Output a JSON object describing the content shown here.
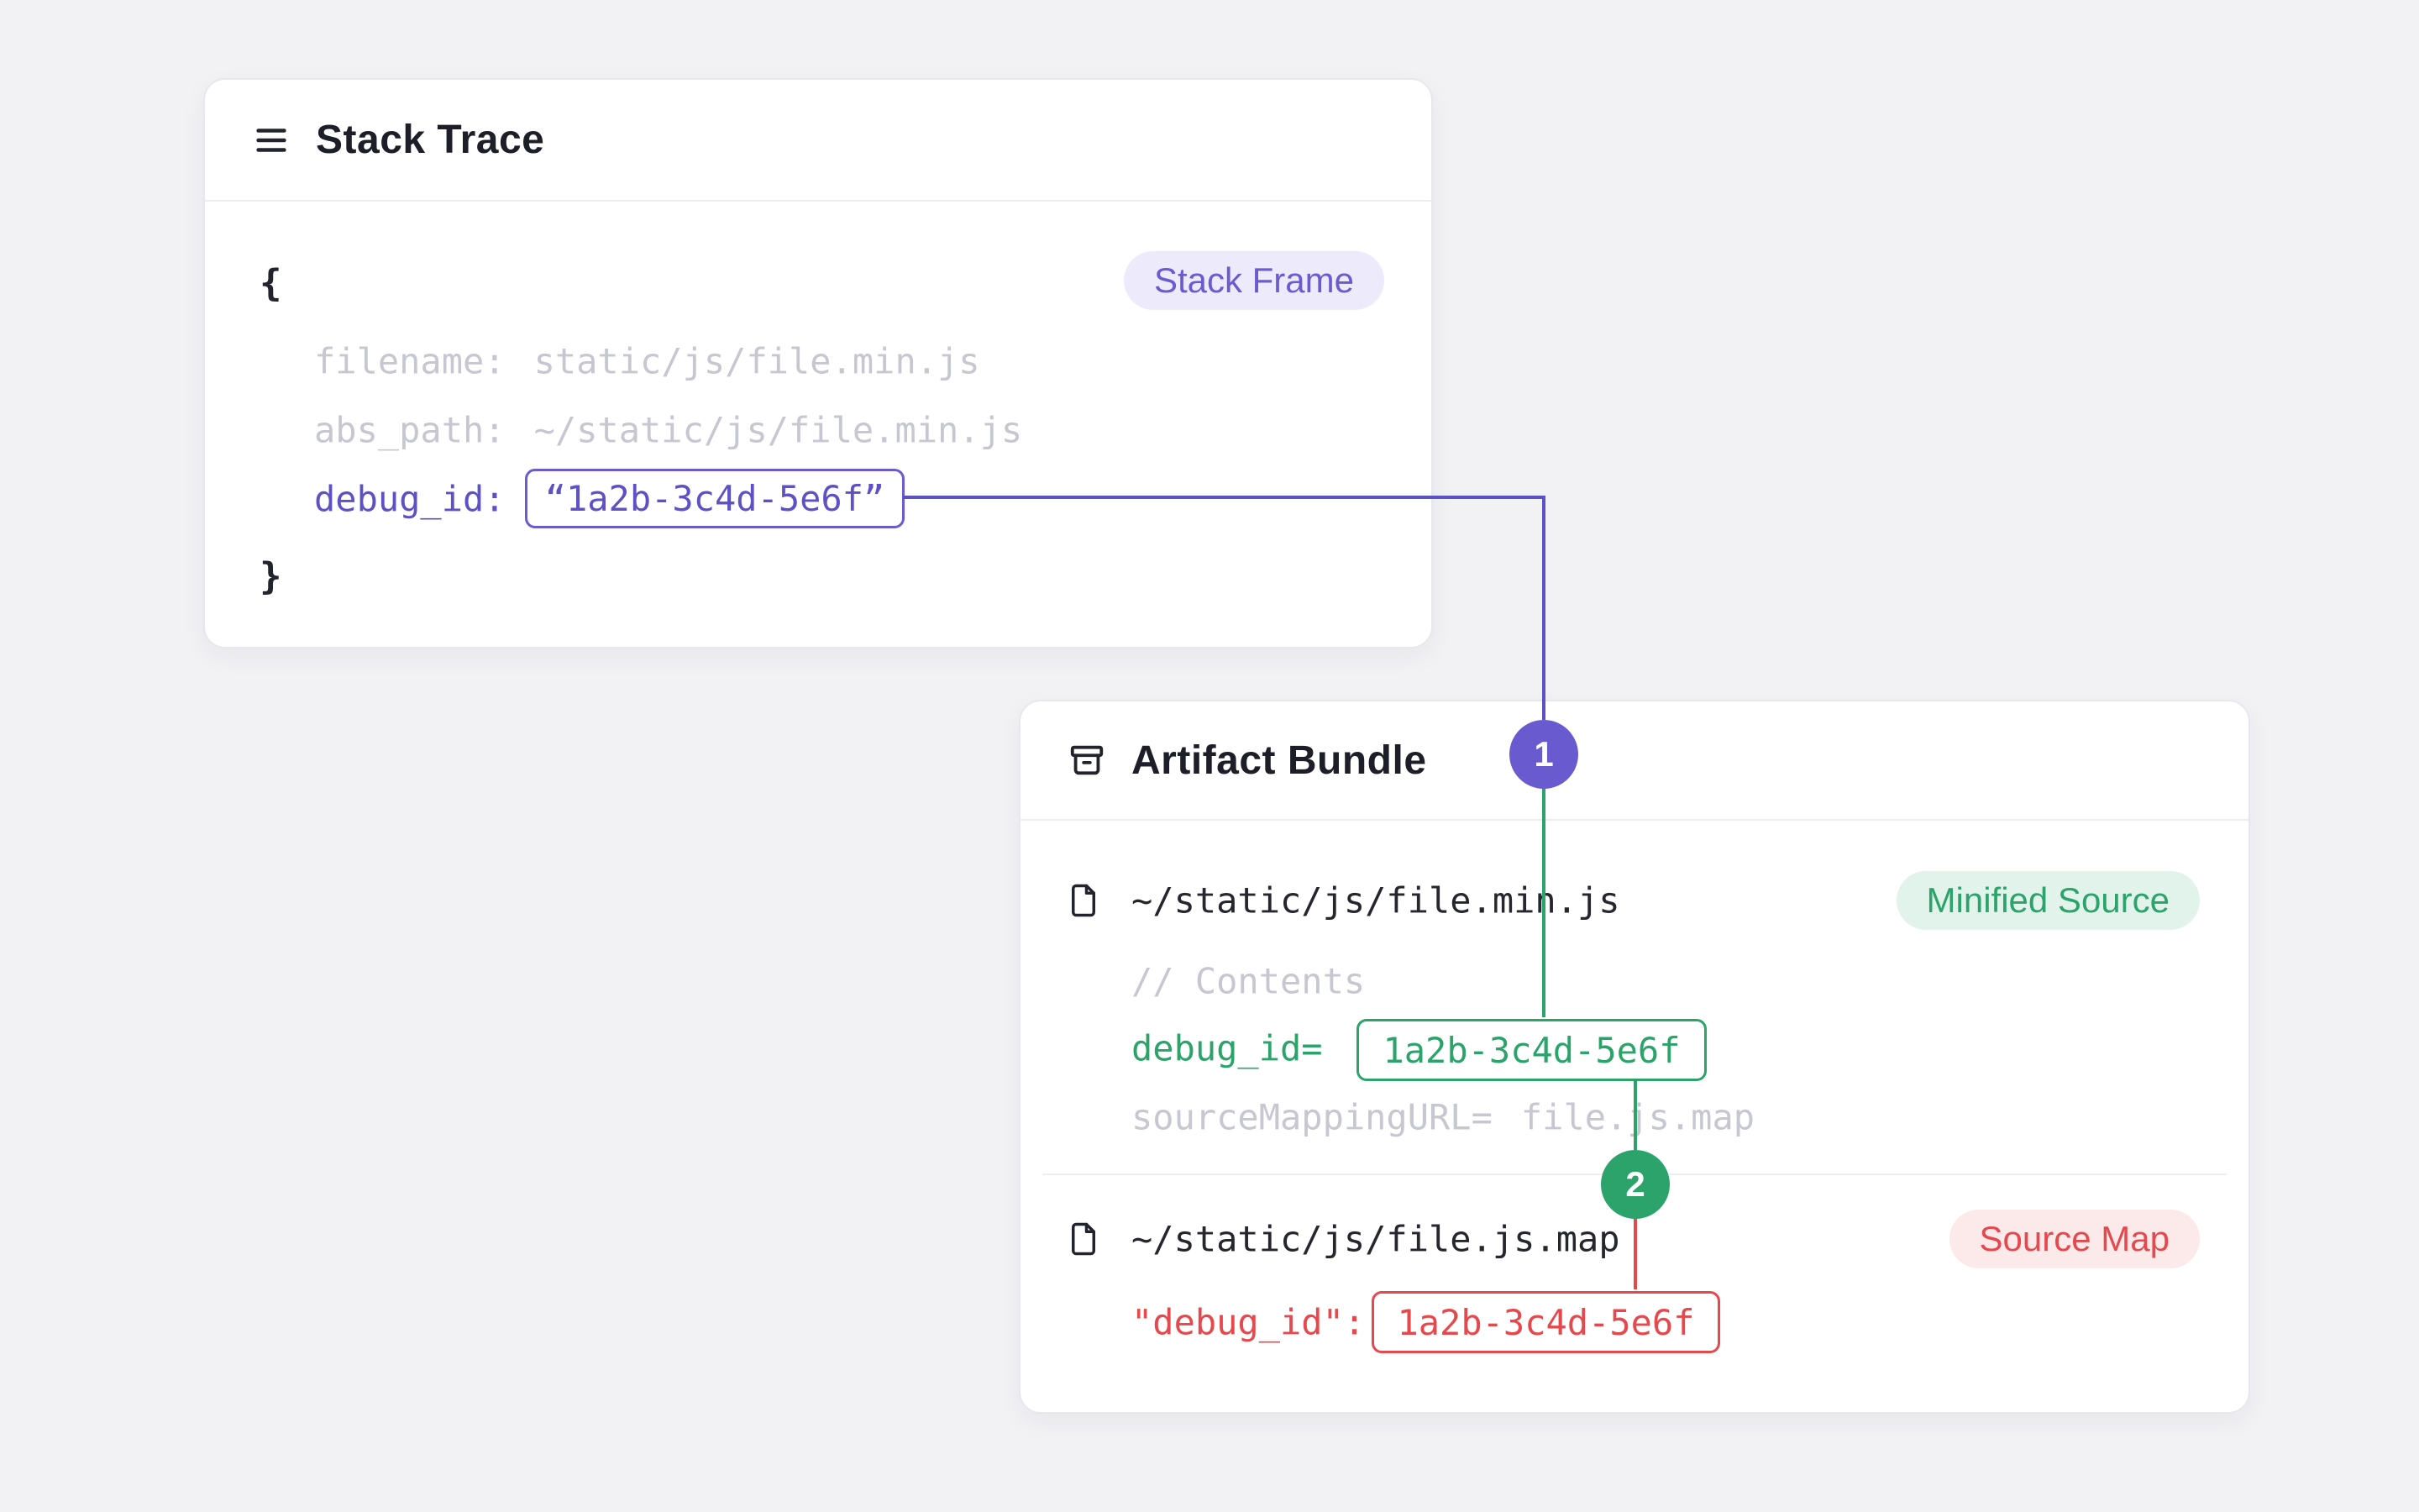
{
  "stack_trace": {
    "title": "Stack Trace",
    "badge": "Stack Frame",
    "brace_open": "{",
    "brace_close": "}",
    "filename": {
      "key": "filename:",
      "value": "static/js/file.min.js"
    },
    "abs_path": {
      "key": "abs_path:",
      "value": "~/static/js/file.min.js"
    },
    "debug_id": {
      "key": "debug_id:",
      "value": "“1a2b-3c4d-5e6f”"
    }
  },
  "artifact_bundle": {
    "title": "Artifact Bundle",
    "minified": {
      "path": "~/static/js/file.min.js",
      "badge": "Minified Source",
      "comment": "// Contents",
      "debug_id": {
        "key": "debug_id=",
        "value": "1a2b-3c4d-5e6f"
      },
      "source_mapping": {
        "key": "sourceMappingURL=",
        "value": "file.js.map"
      }
    },
    "source_map": {
      "path": "~/static/js/file.js.map",
      "badge": "Source Map",
      "debug_id": {
        "key": "\"debug_id\":",
        "value": "1a2b-3c4d-5e6f"
      }
    }
  },
  "connectors": {
    "step_1": "1",
    "step_2": "2"
  },
  "colors": {
    "background": "#F2F2F5",
    "purple": "#5E50C5",
    "green": "#2BA36B",
    "red": "#E5484D",
    "faint_gray": "#C7C7D1"
  }
}
